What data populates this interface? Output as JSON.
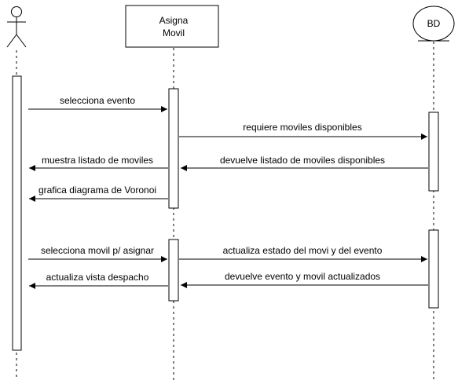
{
  "participants": {
    "actor": {
      "label": ""
    },
    "asigna_movil": {
      "line1": "Asigna",
      "line2": "Movil"
    },
    "bd": {
      "label": "BD"
    }
  },
  "messages": [
    {
      "id": "m1",
      "text": "selecciona evento",
      "from": "actor",
      "to": "asigna_movil"
    },
    {
      "id": "m2",
      "text": "requiere moviles disponibles",
      "from": "asigna_movil",
      "to": "bd"
    },
    {
      "id": "m3",
      "text": "devuelve listado de moviles disponibles",
      "from": "bd",
      "to": "asigna_movil"
    },
    {
      "id": "m4",
      "text": "muestra listado de moviles",
      "from": "asigna_movil",
      "to": "actor"
    },
    {
      "id": "m5",
      "text": "grafica diagrama de Voronoi",
      "from": "asigna_movil",
      "to": "actor"
    },
    {
      "id": "m6",
      "text": "selecciona movil p/ asignar",
      "from": "actor",
      "to": "asigna_movil"
    },
    {
      "id": "m7",
      "text": "actualiza estado del movi y del evento",
      "from": "asigna_movil",
      "to": "bd"
    },
    {
      "id": "m8",
      "text": "devuelve evento y movil actualizados",
      "from": "bd",
      "to": "asigna_movil"
    },
    {
      "id": "m9",
      "text": "actualiza vista despacho",
      "from": "asigna_movil",
      "to": "actor"
    }
  ]
}
